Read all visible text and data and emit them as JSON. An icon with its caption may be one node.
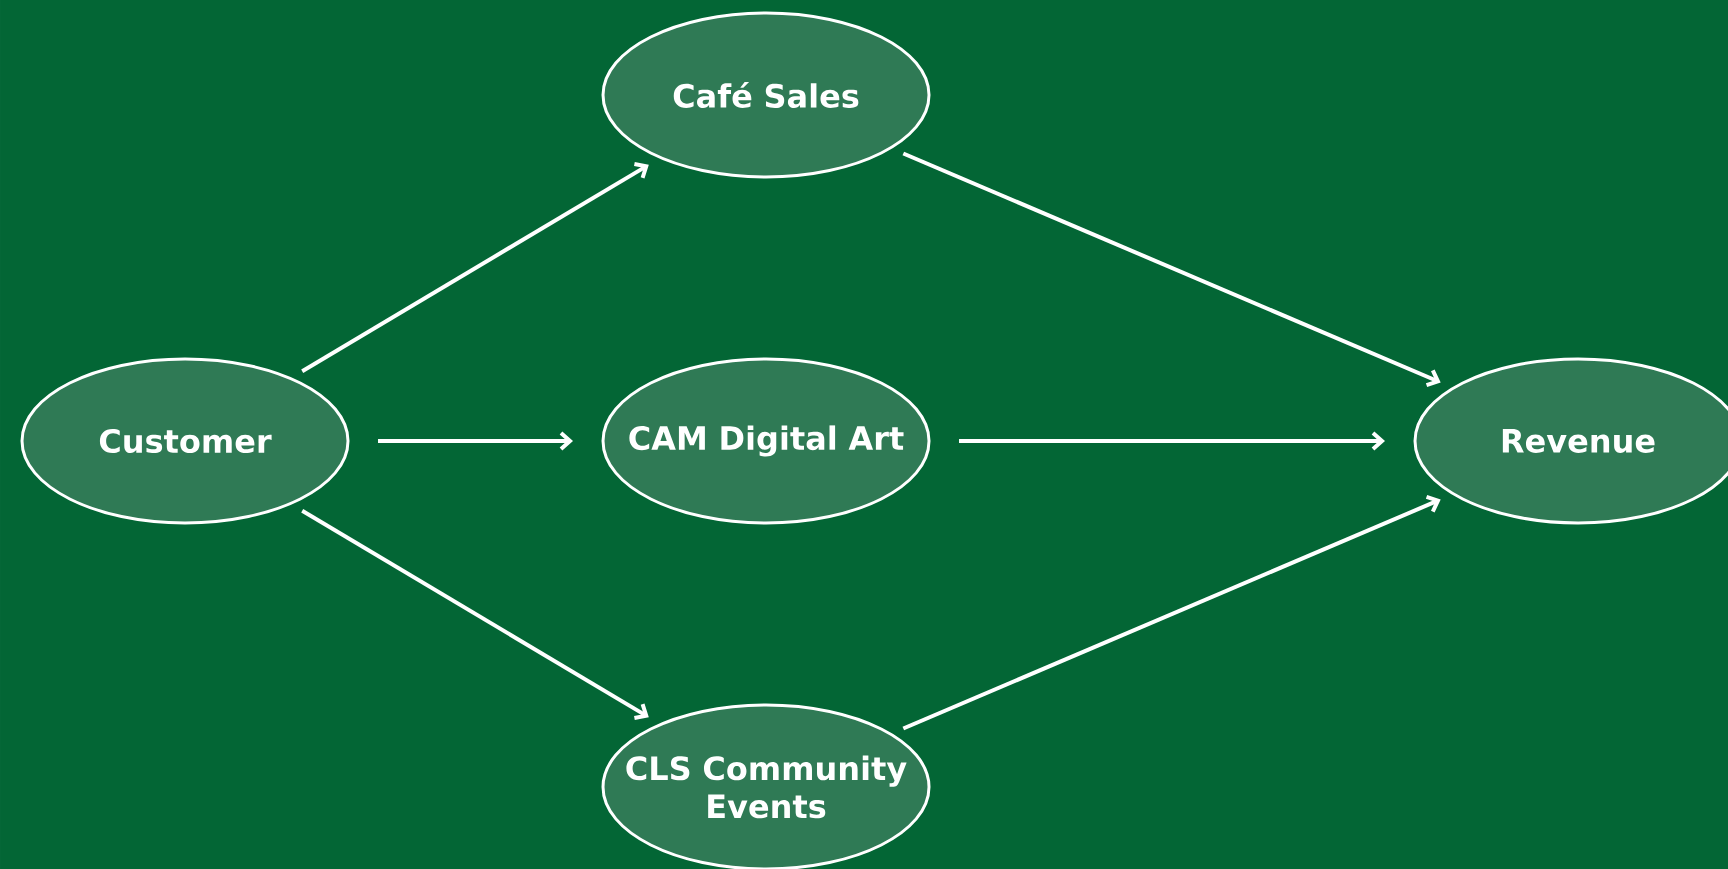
{
  "diagram": {
    "nodes": [
      {
        "text": [
          "Customer"
        ]
      },
      {
        "text": [
          "Café Sales"
        ]
      },
      {
        "text": [
          "CAM Digital Art"
        ]
      },
      {
        "text": [
          "CLS Community Events"
        ]
      },
      {
        "text": [
          "Revenue"
        ]
      }
    ],
    "edges": [
      {
        "from": 0,
        "to": 1,
        "arrow": "to"
      },
      {
        "from": 0,
        "to": 2,
        "arrow": "to"
      },
      {
        "from": 0,
        "to": 3,
        "arrow": "to"
      },
      {
        "from": 1,
        "to": 4,
        "arrow": "to"
      },
      {
        "from": 2,
        "to": 4,
        "arrow": "to"
      },
      {
        "from": 3,
        "to": 4,
        "arrow": "to"
      }
    ]
  }
}
